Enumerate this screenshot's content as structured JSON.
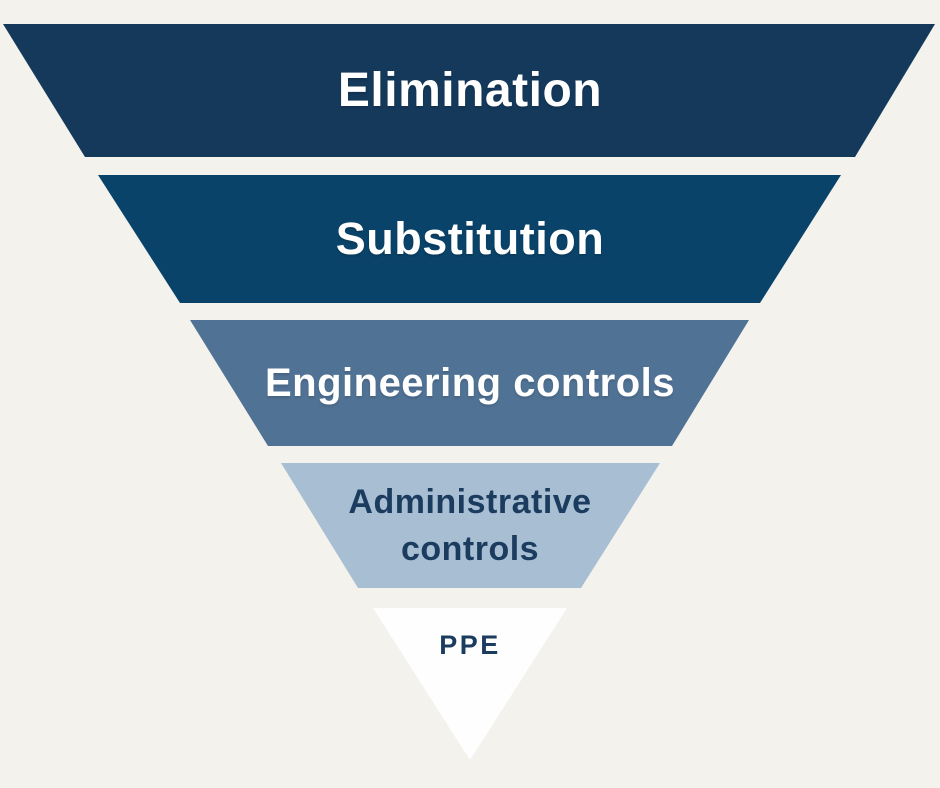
{
  "diagram": {
    "name": "hierarchy-of-controls-funnel",
    "background_color": "#f4f2ed",
    "levels": [
      {
        "label": "Elimination",
        "color": "#14395b",
        "text_color": "#ffffff"
      },
      {
        "label": "Substitution",
        "color": "#0a4369",
        "text_color": "#ffffff"
      },
      {
        "label": "Engineering controls",
        "color": "#507294",
        "text_color": "#ffffff"
      },
      {
        "label": "Administrative controls",
        "color": "#a7bed3",
        "text_color": "#1b3c5f"
      },
      {
        "label": "PPE",
        "color": "#fefefe",
        "text_color": "#1b3c5f"
      }
    ]
  }
}
